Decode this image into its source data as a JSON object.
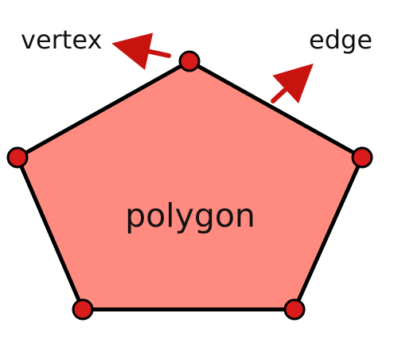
{
  "diagram": {
    "labels": {
      "vertex": "vertex",
      "edge": "edge",
      "shape": "polygon"
    },
    "colors": {
      "fill": "#ff8a7f",
      "outline": "#000000",
      "vertex_dot": "#d81b1b",
      "arrow": "#c8140f",
      "text": "#111111"
    },
    "shape": "pentagon",
    "vertex_count": 5,
    "edge_count": 5
  }
}
